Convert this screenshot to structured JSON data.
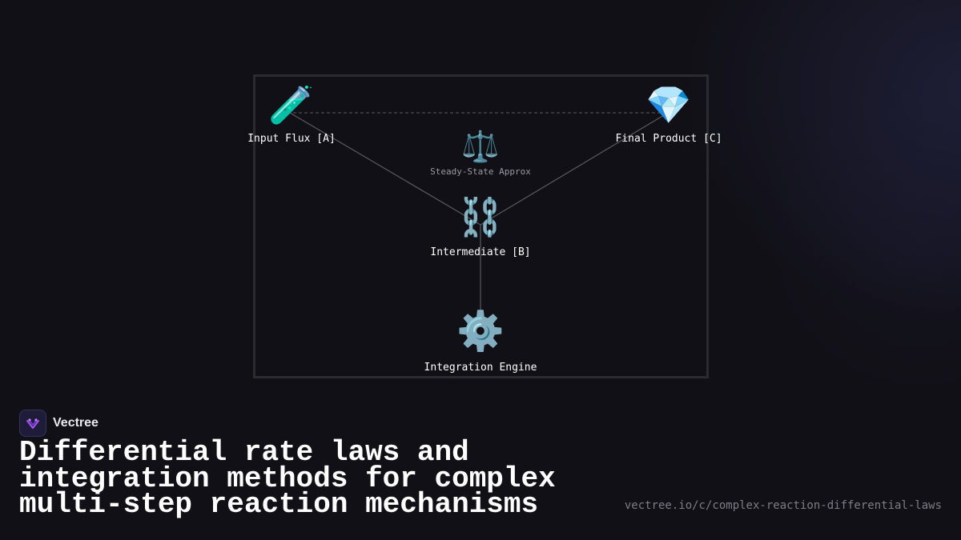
{
  "diagram": {
    "nodes": [
      {
        "id": "a",
        "icon": "test-tube-icon",
        "glyph": "🧪",
        "label": "Input Flux [A]"
      },
      {
        "id": "c",
        "icon": "gem-icon",
        "glyph": "💎",
        "label": "Final Product [C]"
      },
      {
        "id": "ss",
        "icon": "balance-scale-icon",
        "glyph": "⚖️",
        "label": "Steady-State Approx"
      },
      {
        "id": "b",
        "icon": "chain-link-icon",
        "glyph": "⛓️",
        "label": "Intermediate [B]"
      },
      {
        "id": "e",
        "icon": "gear-icon",
        "glyph": "⚙️",
        "label": "Integration Engine"
      }
    ],
    "edges": [
      {
        "from": "a",
        "to": "b",
        "style": "solid"
      },
      {
        "from": "c",
        "to": "b",
        "style": "solid"
      },
      {
        "from": "b",
        "to": "e",
        "style": "solid"
      },
      {
        "from": "a",
        "to": "c",
        "style": "dashed"
      }
    ],
    "colors": {
      "edge": "#5a5a60",
      "frame": "#2c2c30"
    }
  },
  "footer": {
    "brand": "Vectree",
    "title": "Differential rate laws and integration methods for complex multi-step reaction mechanisms",
    "url": "vectree.io/c/complex-reaction-differential-laws"
  }
}
